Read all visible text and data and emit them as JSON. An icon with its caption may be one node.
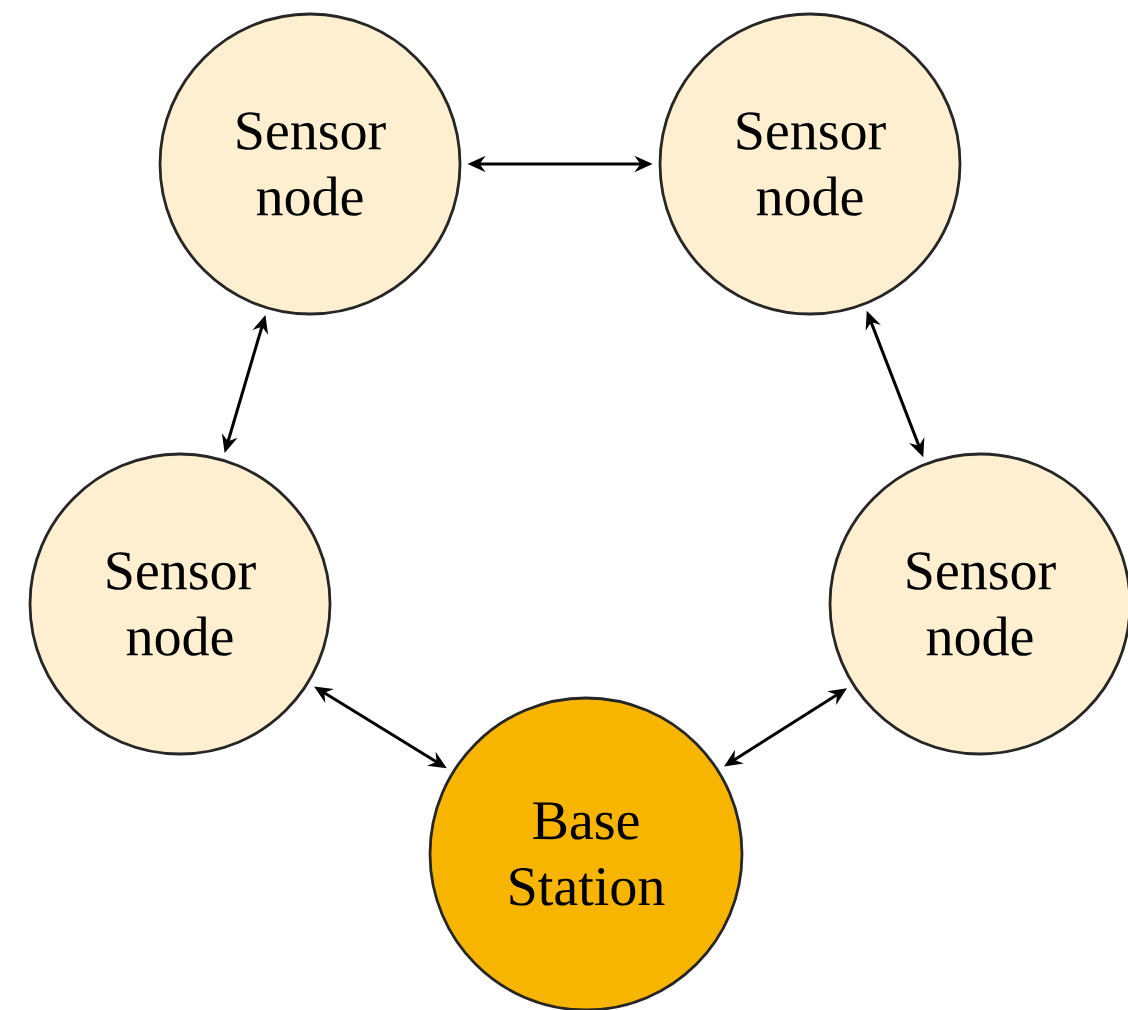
{
  "diagram": {
    "nodes": [
      {
        "text": [
          "Sensor node"
        ]
      },
      {
        "text": [
          "Sensor node"
        ]
      },
      {
        "text": [
          "Sensor node"
        ]
      },
      {
        "text": [
          "Sensor node"
        ]
      },
      {
        "text": [
          "Base Station"
        ]
      }
    ],
    "edges": [
      {
        "from": 0,
        "to": 1,
        "arrow": "both"
      },
      {
        "from": 0,
        "to": 2,
        "arrow": "both"
      },
      {
        "from": 1,
        "to": 3,
        "arrow": "both"
      },
      {
        "from": 2,
        "to": 4,
        "arrow": "both"
      },
      {
        "from": 3,
        "to": 4,
        "arrow": "both"
      }
    ]
  }
}
